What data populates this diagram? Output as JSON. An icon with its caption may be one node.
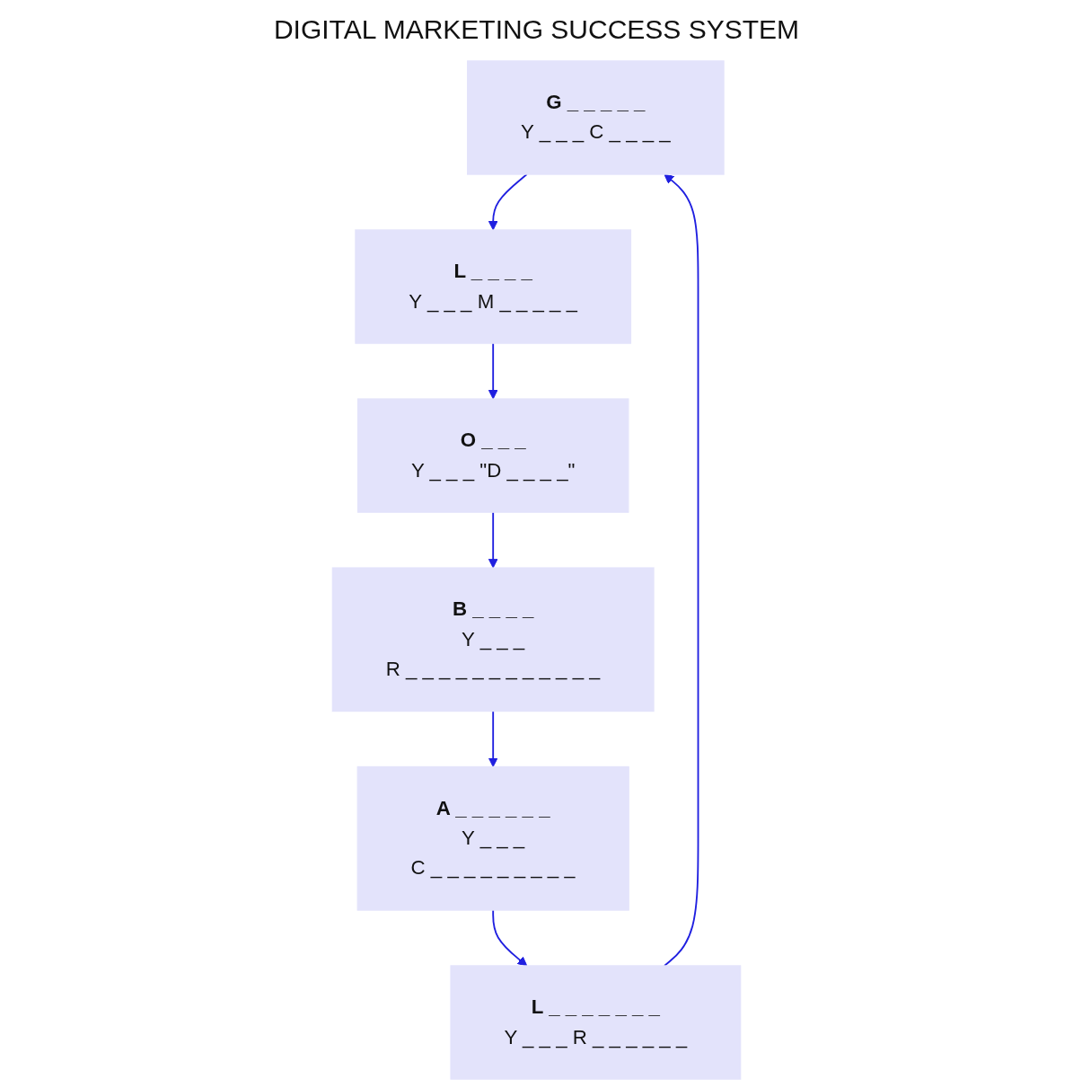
{
  "diagram": {
    "title": "DIGITAL MARKETING SUCCESS SYSTEM",
    "nodes": [
      {
        "text": [
          "G _ _ _ _ _",
          "Y _ _ _ C _ _ _ _"
        ]
      },
      {
        "text": [
          "L _ _ _ _",
          "Y _ _ _ M _ _ _ _ _"
        ]
      },
      {
        "text": [
          "O _ _ _",
          "Y _ _ _ \"D _ _ _ _\""
        ]
      },
      {
        "text": [
          "B _ _ _ _",
          "Y _ _ _",
          "R _ _ _ _ _ _ _ _ _ _ _ _"
        ]
      },
      {
        "text": [
          "A _ _ _ _ _ _",
          "Y _ _ _",
          "C _ _ _ _ _ _ _ _ _"
        ]
      },
      {
        "text": [
          "L _ _ _ _ _ _ _",
          "Y _ _ _ R _ _ _ _ _ _"
        ]
      }
    ],
    "edges": [
      {
        "from": 0,
        "to": 1,
        "arrow": "to"
      },
      {
        "from": 1,
        "to": 2,
        "arrow": "to"
      },
      {
        "from": 2,
        "to": 3,
        "arrow": "to"
      },
      {
        "from": 3,
        "to": 4,
        "arrow": "to"
      },
      {
        "from": 4,
        "to": 5,
        "arrow": "to"
      },
      {
        "from": 5,
        "to": 0,
        "arrow": "to"
      }
    ]
  }
}
